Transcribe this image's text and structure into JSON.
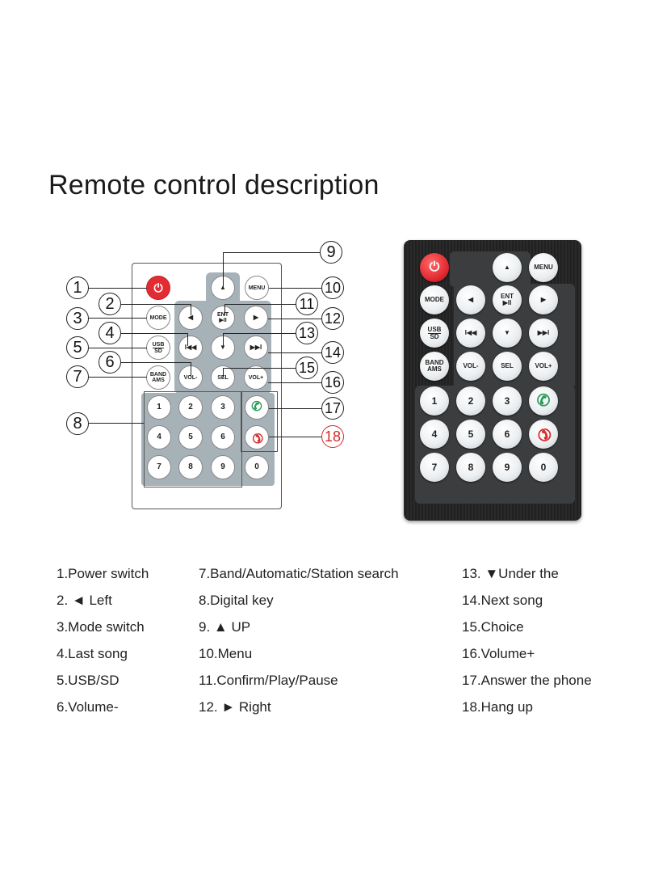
{
  "title": "Remote control description",
  "buttons": {
    "power_icon": "⏻",
    "mode": "MODE",
    "menu": "MENU",
    "usb_top": "USB",
    "usb_bottom": "SD",
    "band_top": "BAND",
    "band_bottom": "AMS",
    "vol_minus": "VOL-",
    "vol_plus": "VOL+",
    "sel": "SEL",
    "ent": "ENT",
    "play_pause_icon": "▶II",
    "prev_icon": "I◀◀",
    "next_icon": "▶▶I",
    "up_icon": "▲",
    "down_icon": "▼",
    "left_icon": "◀",
    "right_icon": "▶",
    "answer_icon": "✆",
    "hangup_icon": "✆",
    "numbers": [
      "1",
      "2",
      "3",
      "4",
      "5",
      "6",
      "7",
      "8",
      "9",
      "0"
    ]
  },
  "callouts": [
    "1",
    "2",
    "3",
    "4",
    "5",
    "6",
    "7",
    "8",
    "9",
    "10",
    "11",
    "12",
    "13",
    "14",
    "15",
    "16",
    "17",
    "18"
  ],
  "colors": {
    "power": "#e32b33",
    "answer": "#2a9a5a",
    "hangup": "#d42a2a",
    "keypad_bg": "#a7b2b8",
    "remote_body": "#252525"
  },
  "descriptions": {
    "col1": [
      "1.Power switch",
      "2. ◄ Left",
      "3.Mode switch",
      "4.Last song",
      "5.USB/SD",
      "6.Volume-"
    ],
    "col2": [
      "7.Band/Automatic/Station search",
      "8.Digital key",
      "9. ▲ UP",
      "10.Menu",
      "11.Confirm/Play/Pause",
      "12. ► Right"
    ],
    "col3": [
      "13. ▼Under the",
      "14.Next song",
      "15.Choice",
      "16.Volume+",
      "17.Answer the phone",
      "18.Hang up"
    ]
  }
}
